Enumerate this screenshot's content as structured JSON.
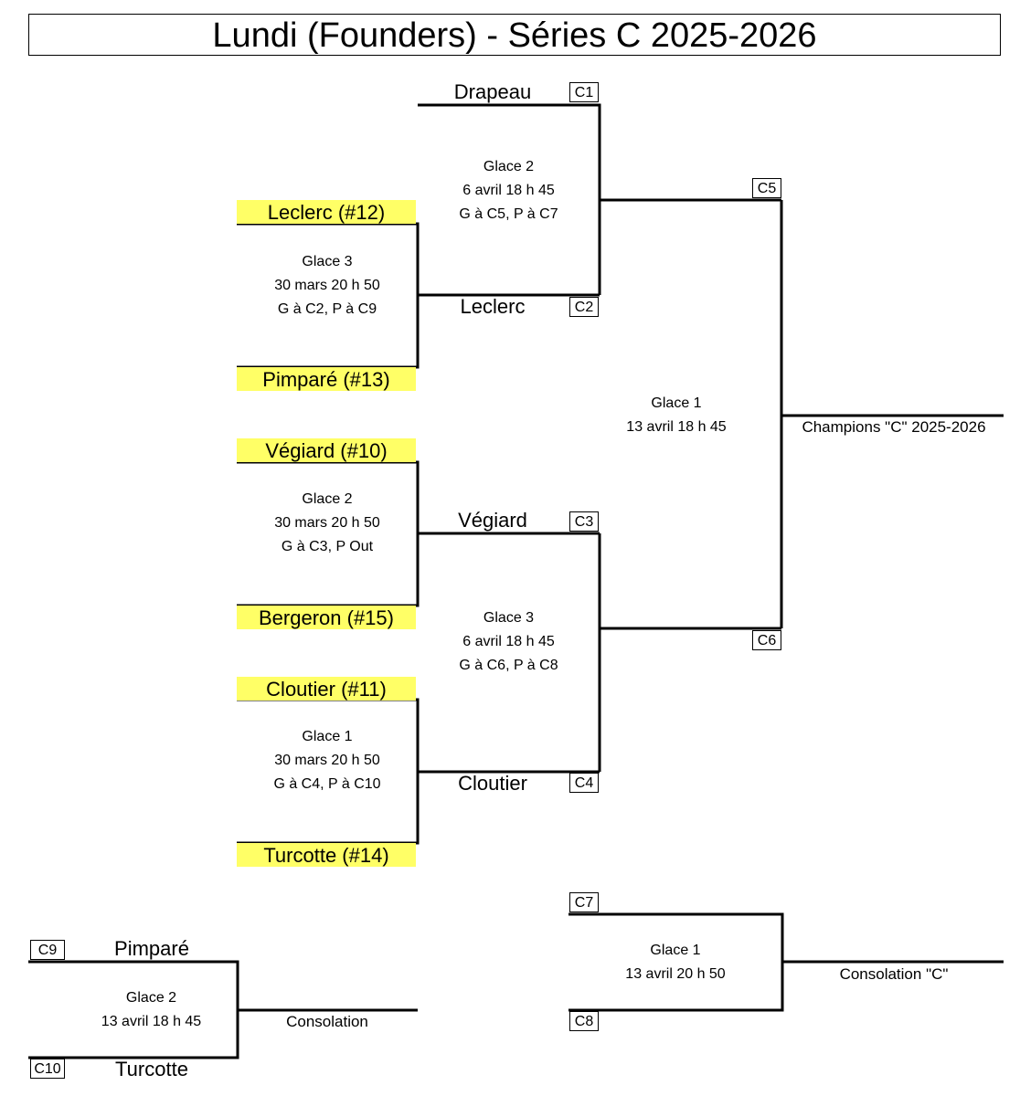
{
  "title": "Lundi (Founders) - Séries C  2025-2026",
  "seeds": {
    "leclerc": "Leclerc (#12)",
    "pimpare": "Pimparé (#13)",
    "vegiard": "Végiard (#10)",
    "bergeron": "Bergeron (#15)",
    "cloutier": "Cloutier (#11)",
    "turcotte": "Turcotte (#14)"
  },
  "teams": {
    "drapeau": "Drapeau",
    "leclerc": "Leclerc",
    "vegiard": "Végiard",
    "cloutier": "Cloutier",
    "pimpare": "Pimparé",
    "turcotte": "Turcotte"
  },
  "codes": {
    "c1": "C1",
    "c2": "C2",
    "c3": "C3",
    "c4": "C4",
    "c5": "C5",
    "c6": "C6",
    "c7": "C7",
    "c8": "C8",
    "c9": "C9",
    "c10": "C10"
  },
  "games": {
    "r1_top": {
      "rink": "Glace 3",
      "date": "30 mars 20 h 50",
      "rule": "G à C2, P à C9"
    },
    "r1_mid": {
      "rink": "Glace 2",
      "date": "30 mars 20 h 50",
      "rule": "G à C3, P Out"
    },
    "r1_bot": {
      "rink": "Glace 1",
      "date": "30 mars 20 h 50",
      "rule": "G à C4, P à C10"
    },
    "semi_top": {
      "rink": "Glace 2",
      "date": "6 avril 18 h 45",
      "rule": "G à C5, P à C7"
    },
    "semi_bot": {
      "rink": "Glace 3",
      "date": "6 avril 18 h 45",
      "rule": "G à C6, P à C8"
    },
    "final": {
      "rink": "Glace 1",
      "date": "13 avril 18 h 45"
    },
    "cons_final": {
      "rink": "Glace 1",
      "date": "13 avril 20 h 50"
    },
    "cons": {
      "rink": "Glace 2",
      "date": "13 avril 18 h 45"
    }
  },
  "results": {
    "champions": "Champions \"C\" 2025-2026",
    "consolation_c": "Consolation \"C\"",
    "consolation": "Consolation"
  }
}
